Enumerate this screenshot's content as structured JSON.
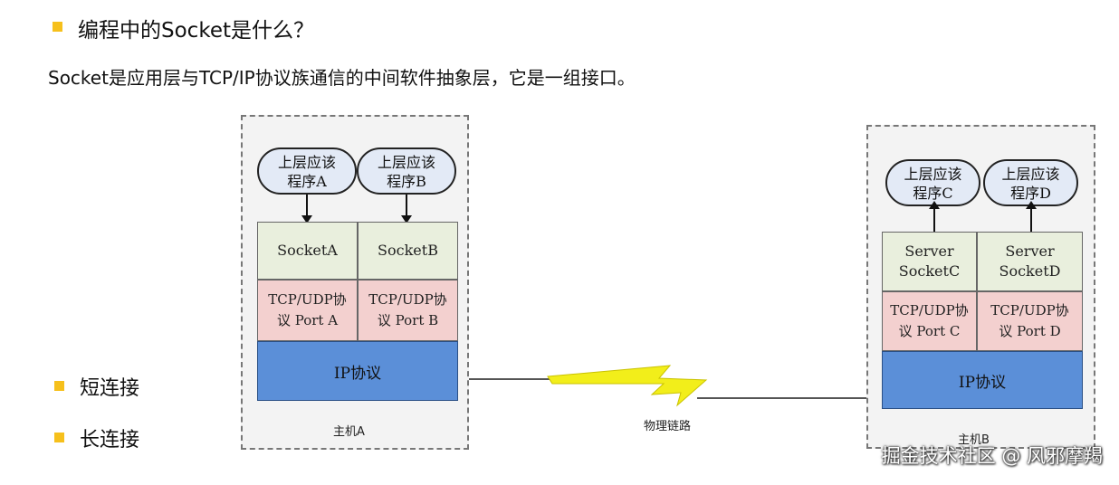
{
  "heading": "编程中的Socket是什么？",
  "description": "Socket是应用层与TCP/IP协议族通信的中间软件抽象层，它是一组接口。",
  "bullets": {
    "short": "短连接",
    "long": "长连接"
  },
  "host_a": {
    "label": "主机A",
    "apps": [
      {
        "line1": "上层应该",
        "line2": "程序A"
      },
      {
        "line1": "上层应该",
        "line2": "程序B"
      }
    ],
    "sockets": [
      "SocketA",
      "SocketB"
    ],
    "protocols": [
      {
        "line1": "TCP/UDP协",
        "line2": "议 Port A"
      },
      {
        "line1": "TCP/UDP协",
        "line2": "议 Port B"
      }
    ],
    "ip": "IP协议"
  },
  "host_b": {
    "label": "主机B",
    "apps": [
      {
        "line1": "上层应该",
        "line2": "程序C"
      },
      {
        "line1": "上层应该",
        "line2": "程序D"
      }
    ],
    "sockets": [
      {
        "line1": "Server",
        "line2": "SocketC"
      },
      {
        "line1": "Server",
        "line2": "SocketD"
      }
    ],
    "protocols": [
      {
        "line1": "TCP/UDP协",
        "line2": "议 Port C"
      },
      {
        "line1": "TCP/UDP协",
        "line2": "议 Port D"
      }
    ],
    "ip": "IP协议"
  },
  "link_label": "物理链路",
  "watermark": "掘金技术社区 @ 风邪摩羯",
  "colors": {
    "bullet": "#f6c01c",
    "socket": "#e9efdd",
    "protocol": "#f3d0cf",
    "ip": "#5b8fd8",
    "link": "#f2ee1a"
  }
}
